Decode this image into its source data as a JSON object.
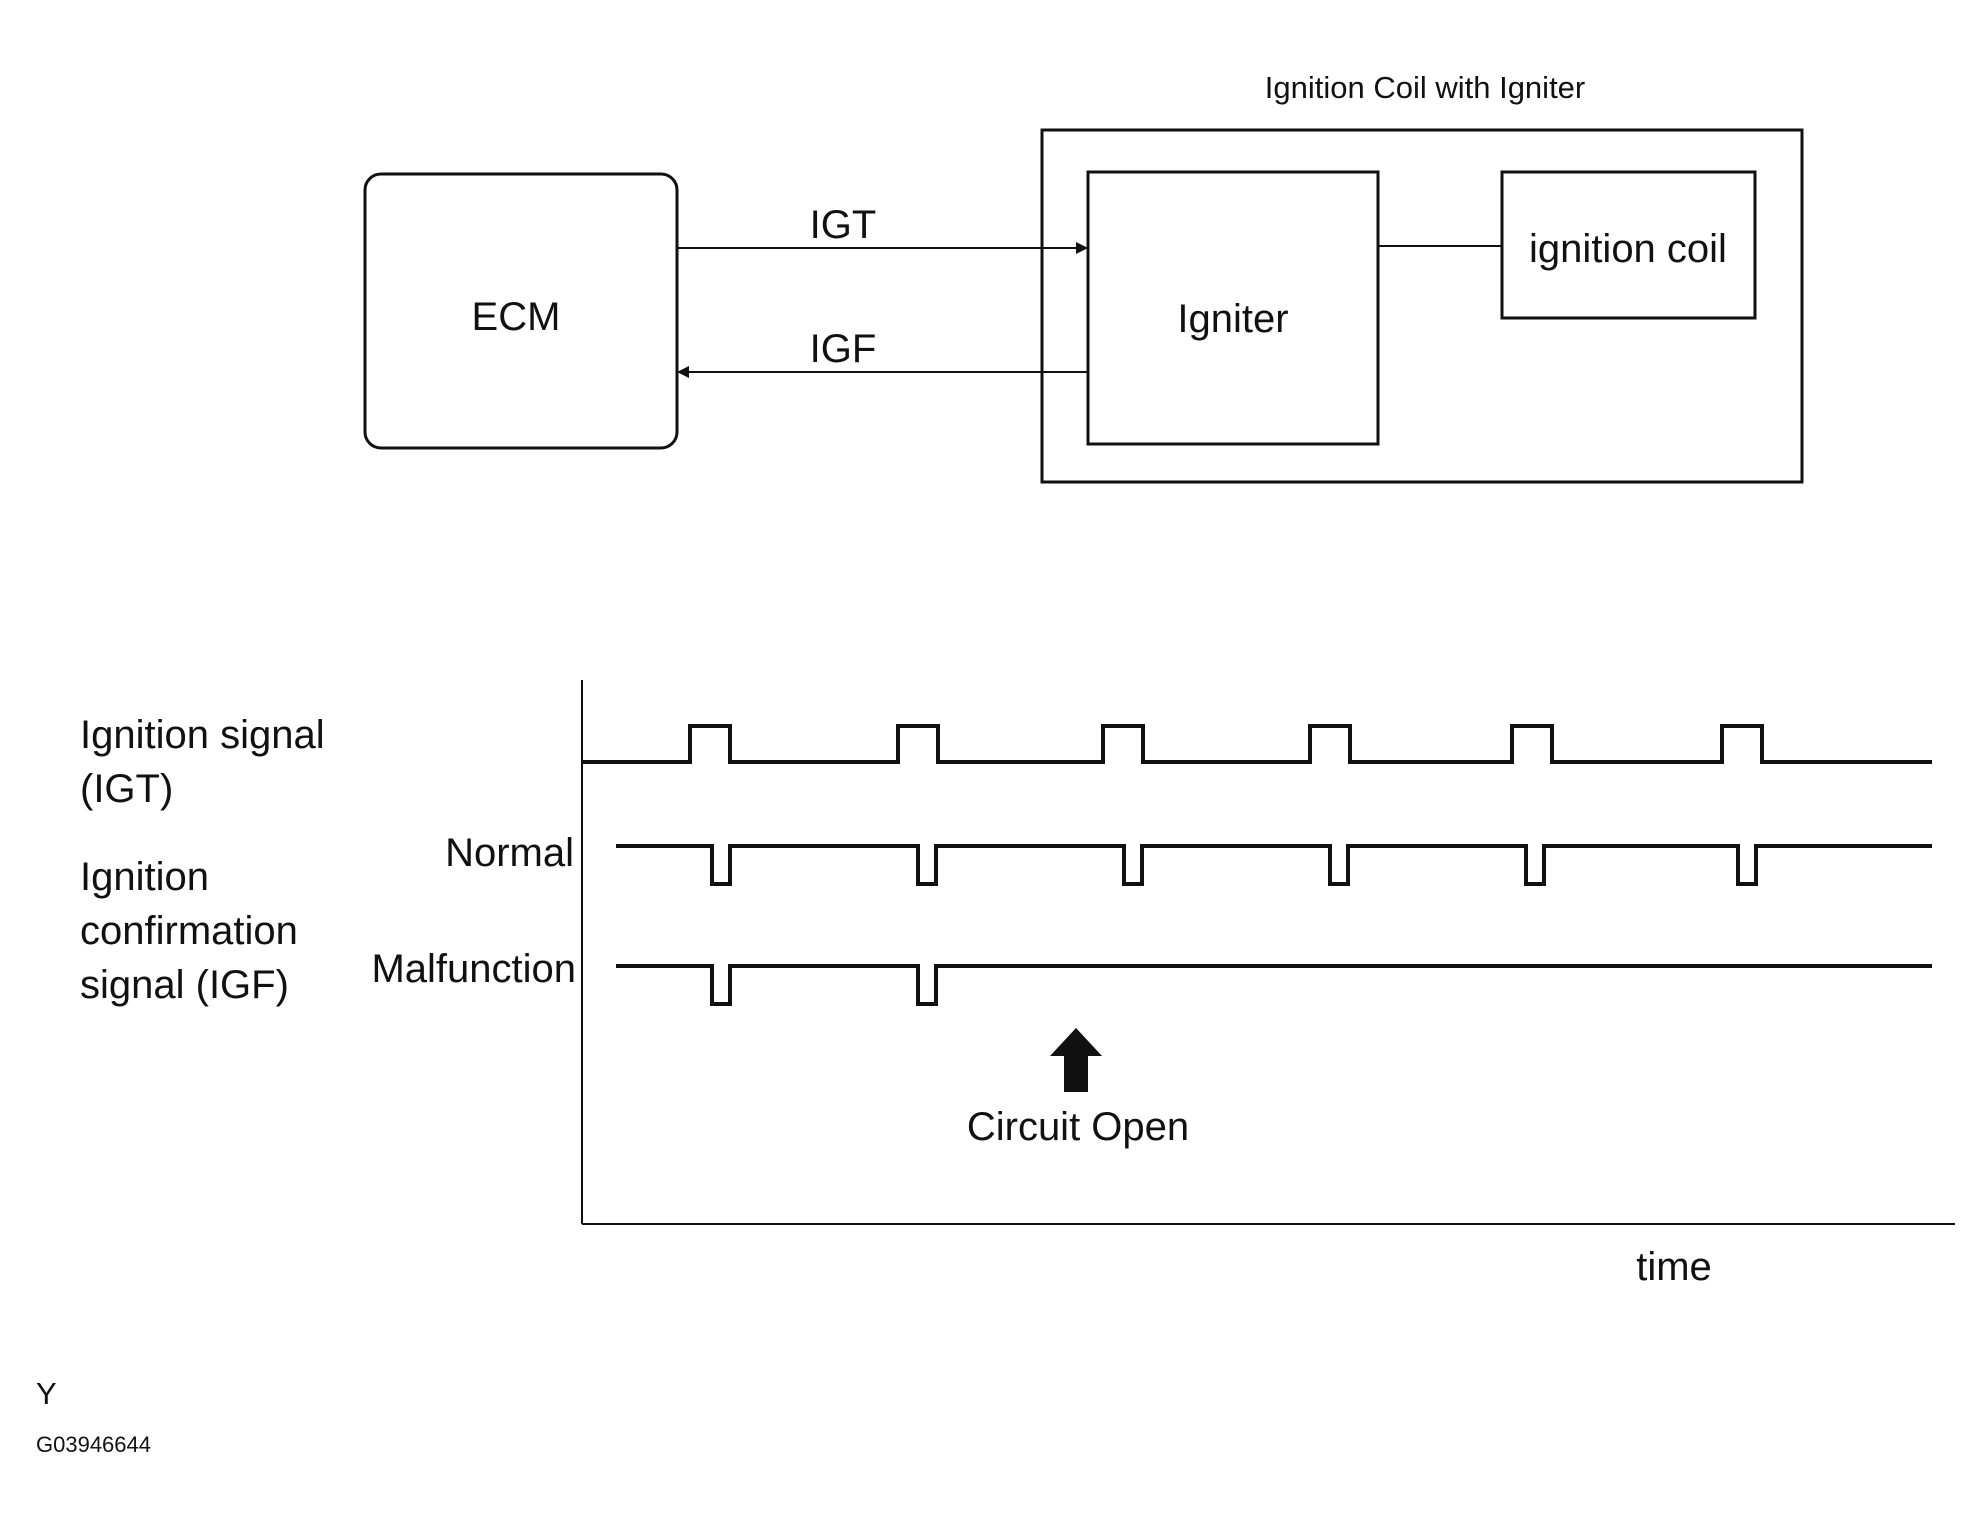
{
  "block_diagram": {
    "assembly_label": "Ignition Coil with Igniter",
    "ecm_label": "ECM",
    "igniter_label": "Igniter",
    "coil_label": "ignition coil",
    "igt_label": "IGT",
    "igf_label": "IGF"
  },
  "timing_chart": {
    "igt_label_line1": "Ignition signal",
    "igt_label_line2": "(IGT)",
    "igf_label_line1": "Ignition",
    "igf_label_line2": "confirmation",
    "igf_label_line3": "signal (IGF)",
    "normal_label": "Normal",
    "malfunction_label": "Malfunction",
    "event_label": "Circuit Open",
    "x_axis_label": "time",
    "igt_pulse_count": 6,
    "normal_pulse_count": 6,
    "malfunction_pulse_count": 2
  },
  "footer": {
    "corner_mark": "Y",
    "figure_code": "G03946644"
  },
  "colors": {
    "ink": "#111111",
    "background": "#ffffff"
  }
}
